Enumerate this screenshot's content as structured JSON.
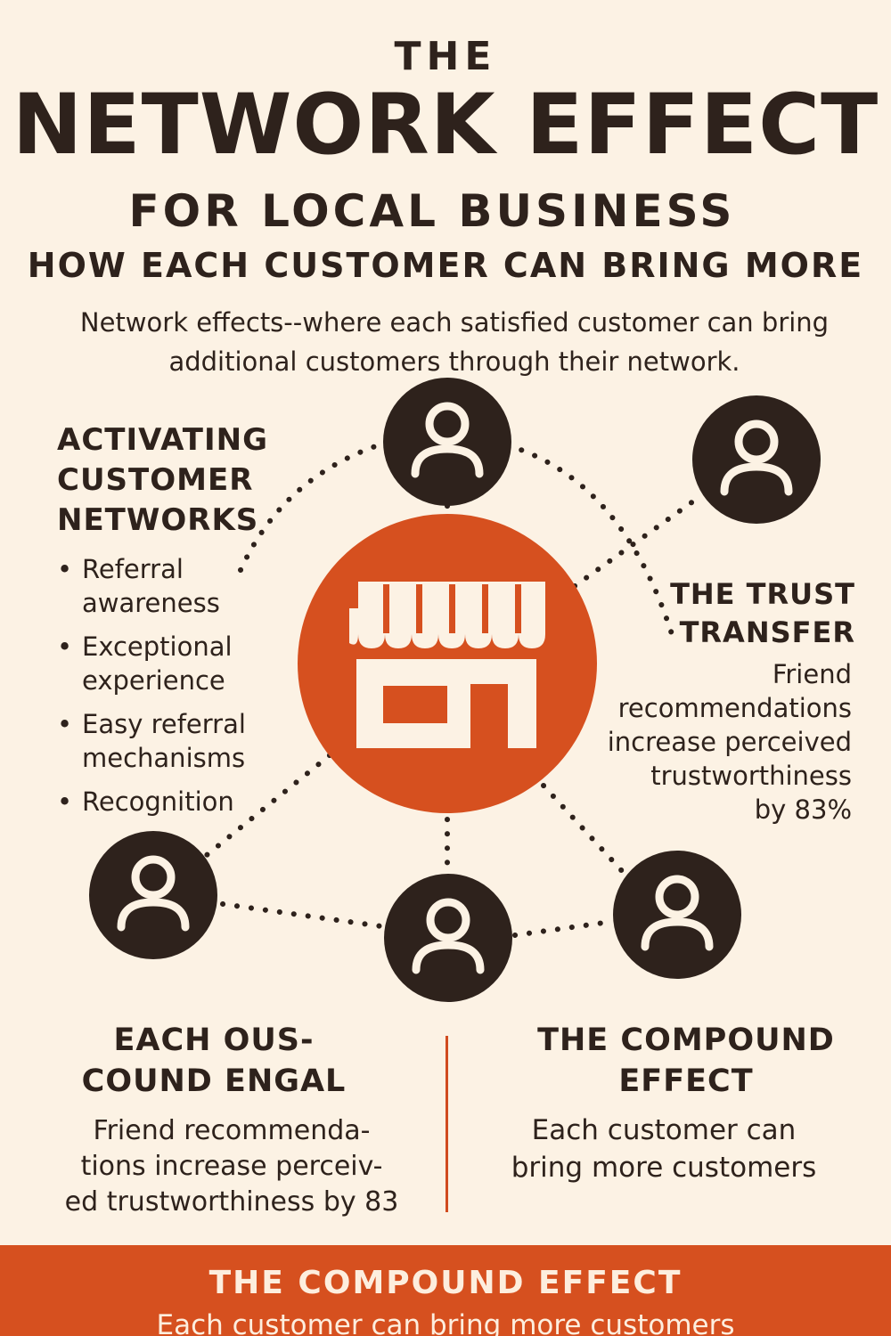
{
  "title": {
    "line1": "THE",
    "line2": "NETWORK EFFECT",
    "line3": "FOR LOCAL BUSINESS",
    "line4": "HOW EACH CUSTOMER CAN BRING MORE"
  },
  "intro": {
    "line1": "Network effects--where each satisfied customer can bring",
    "line2": "additional customers through their network."
  },
  "left_panel": {
    "heading": [
      "ACTIVATING",
      "CUSTOMER",
      "NETWORKS"
    ],
    "items": [
      [
        "Referral",
        "awareness"
      ],
      [
        "Exceptional",
        "experience"
      ],
      [
        "Easy referral",
        "mechanisms"
      ],
      [
        "Recognition"
      ]
    ]
  },
  "trust": {
    "heading": [
      "THE TRUST",
      "TRANSFER"
    ],
    "body": [
      "Friend",
      "recommendations",
      "increase perceived",
      "trustworthiness",
      "by 83%"
    ]
  },
  "bottom_left": {
    "heading": [
      "EACH OUS-",
      "COUND ENGAL"
    ],
    "body": [
      "Friend recommenda-",
      "tions increase perceiv-",
      "ed trustworthiness by 83"
    ]
  },
  "bottom_right": {
    "heading": [
      "THE COMPOUND",
      "EFFECT"
    ],
    "body": [
      "Each customer can",
      "bring more customers"
    ]
  },
  "footer": {
    "title": "THE COMPOUND EFFECT",
    "subtitle": "Each customer can bring more customers"
  },
  "colors": {
    "background": "#fcf2e4",
    "dark": "#2e221c",
    "accent": "#d6501f",
    "light_text": "#fdeede"
  },
  "icons": {
    "center": "storefront-icon",
    "nodes": "person-icon"
  }
}
